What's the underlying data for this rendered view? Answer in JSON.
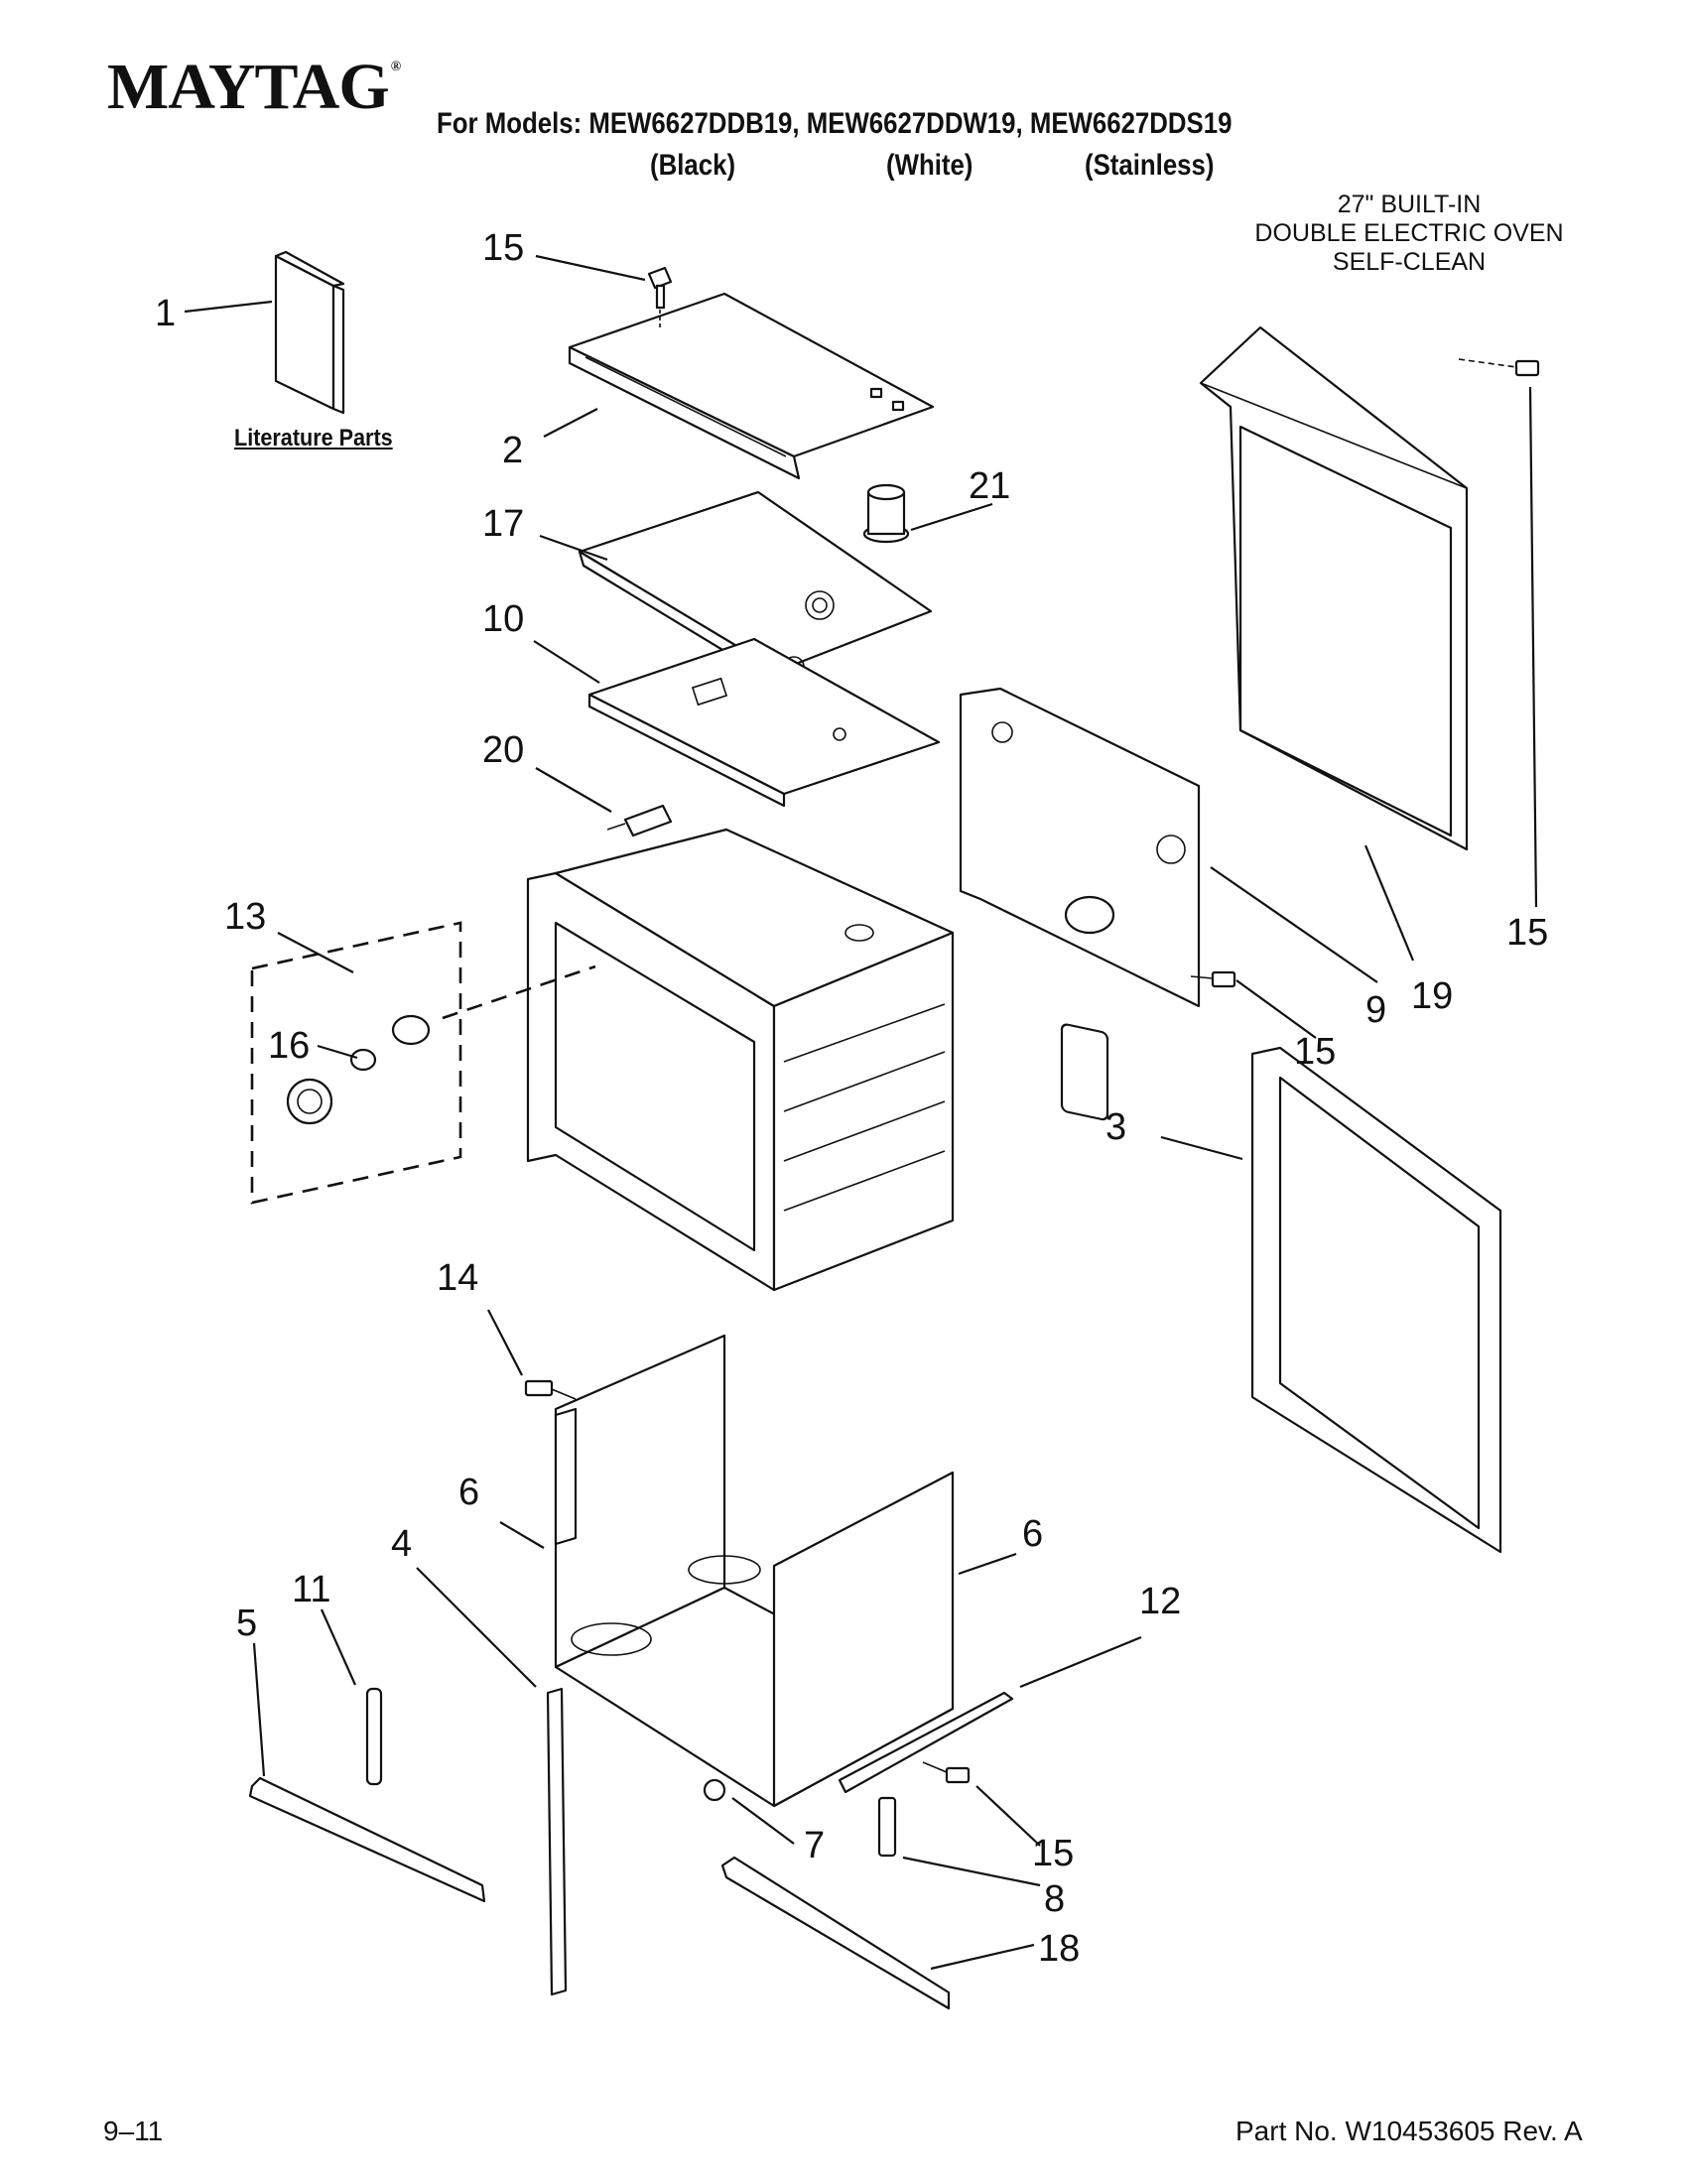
{
  "header": {
    "brand": "MAYTAG",
    "brand_mark": "®",
    "models_line": "For Models: MEW6627DDB19, MEW6627DDW19, MEW6627DDS19",
    "variants": [
      "(Black)",
      "(White)",
      "(Stainless)"
    ]
  },
  "description": [
    "27\" BUILT-IN",
    "DOUBLE ELECTRIC OVEN",
    "SELF-CLEAN"
  ],
  "literature_label": "Literature Parts",
  "callouts": [
    "1",
    "2",
    "3",
    "4",
    "5",
    "6",
    "6",
    "7",
    "8",
    "9",
    "10",
    "11",
    "12",
    "13",
    "14",
    "15",
    "15",
    "15",
    "15",
    "16",
    "17",
    "18",
    "19",
    "20",
    "21"
  ],
  "footer": {
    "left": "9–11",
    "right": "Part No. W10453605 Rev. A"
  }
}
